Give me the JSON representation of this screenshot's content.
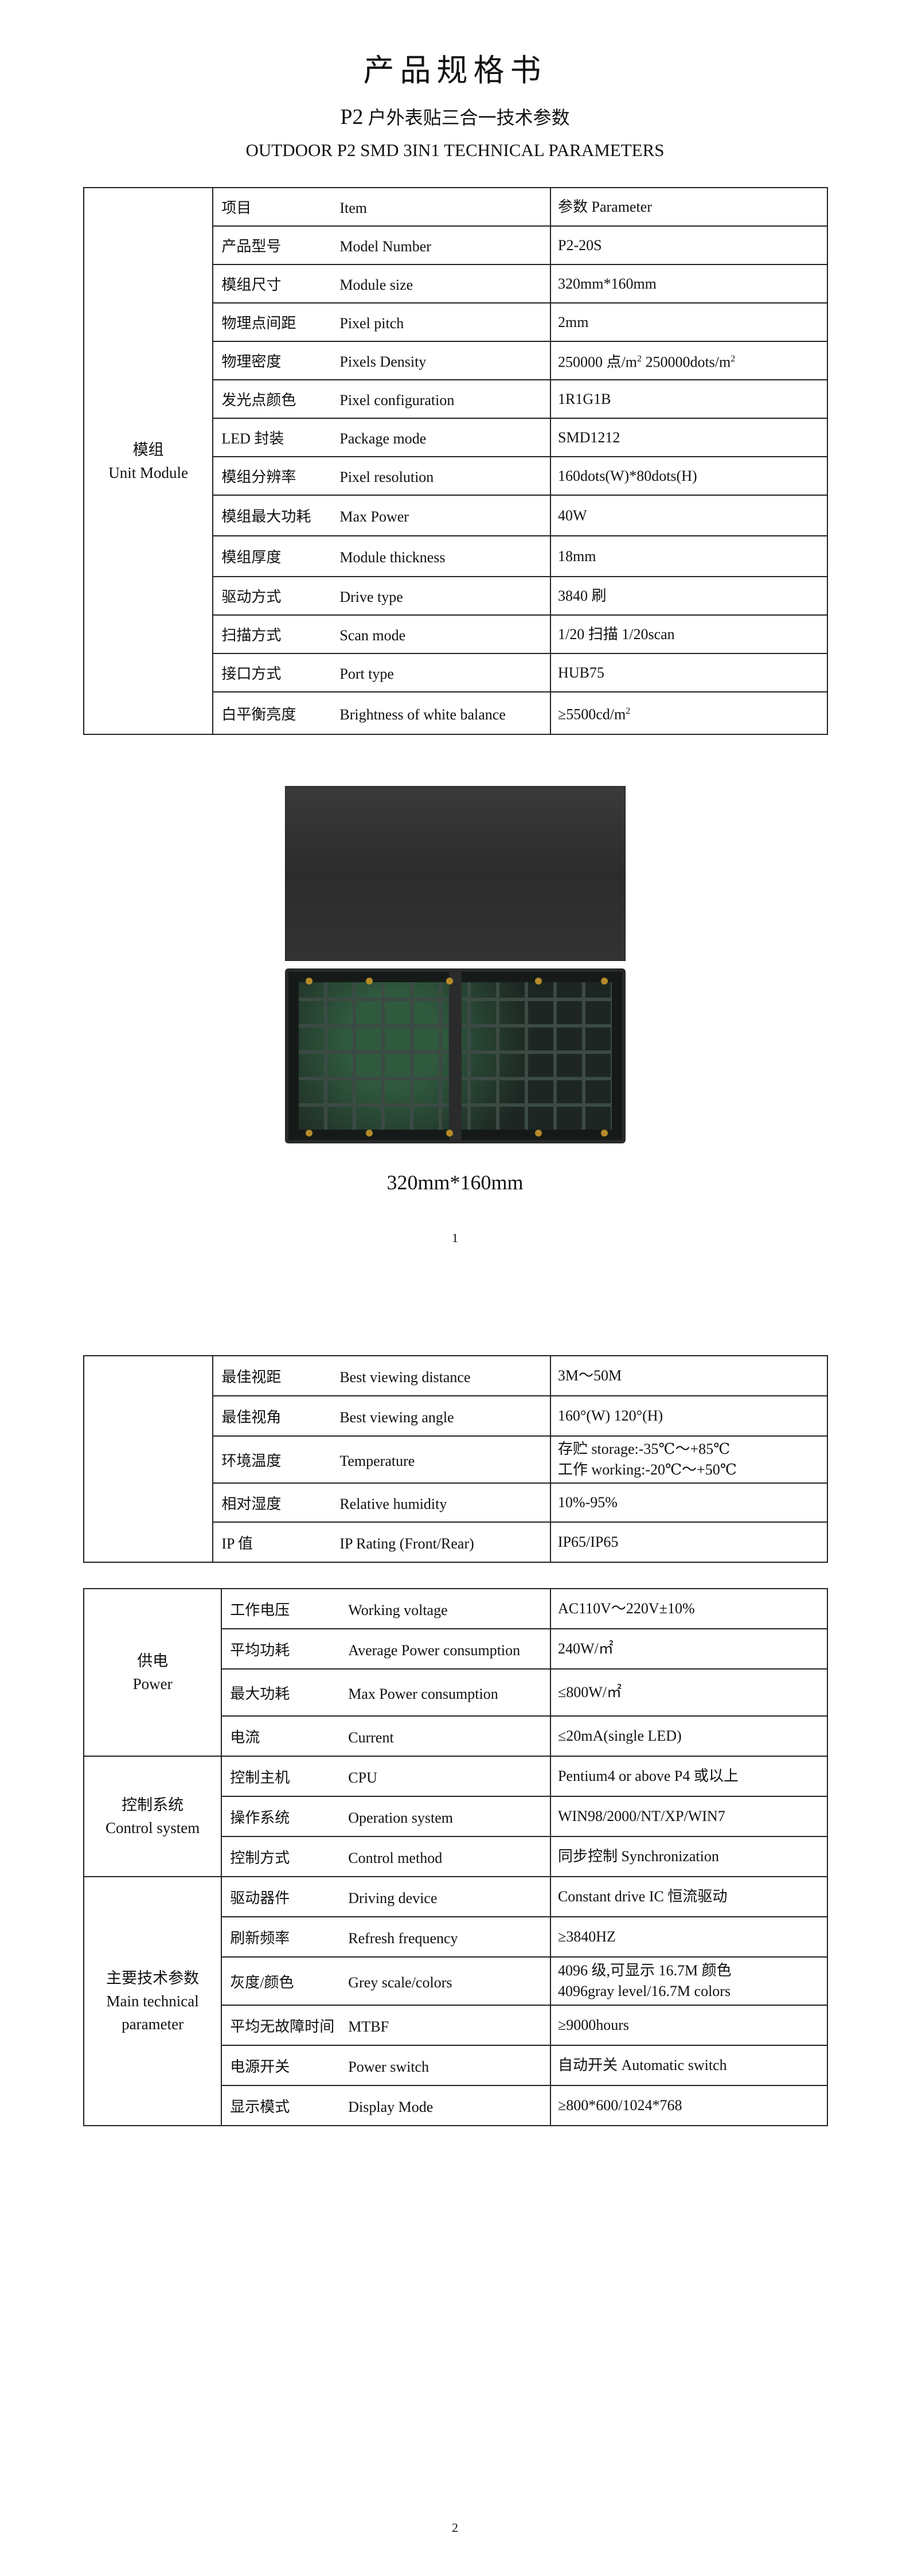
{
  "title": "产品规格书",
  "subtitle_model": "P2",
  "subtitle_cn": " 户外表贴三合一技术参数",
  "subtitle_en": "OUTDOOR P2 SMD 3IN1 TECHNICAL PARAMETERS",
  "module_table": {
    "group_cn": "模组",
    "group_en": "Unit Module",
    "rows": [
      {
        "cn": "项目",
        "en": "Item",
        "val": "参数  Parameter"
      },
      {
        "cn": "产品型号",
        "en": "Model Number",
        "val": "P2-20S"
      },
      {
        "cn": "模组尺寸",
        "en": "Module size",
        "val": "320mm*160mm"
      },
      {
        "cn": "物理点间距",
        "en": "Pixel pitch",
        "val": "2mm"
      },
      {
        "cn": "物理密度",
        "en": "Pixels Density",
        "val": "250000 点/m",
        "val_mid": "    250000dots/m"
      },
      {
        "cn": "发光点颜色",
        "en": "Pixel configuration",
        "val": "1R1G1B"
      },
      {
        "cn": "LED 封装",
        "en": "Package mode",
        "val": "SMD1212"
      },
      {
        "cn": "模组分辨率",
        "en": "Pixel resolution",
        "val": "160dots(W)*80dots(H)"
      },
      {
        "cn": "模组最大功耗",
        "en": "Max Power",
        "val": "40W"
      },
      {
        "cn": "模组厚度",
        "en": "Module thickness",
        "val": "18mm"
      },
      {
        "cn": "驱动方式",
        "en": "Drive type",
        "val": "3840 刷"
      },
      {
        "cn": "扫描方式",
        "en": "Scan mode",
        "val": "1/20 扫描    1/20scan"
      },
      {
        "cn": "接口方式",
        "en": "Port type",
        "val": "HUB75"
      },
      {
        "cn": "白平衡亮度",
        "en": "Brightness of white balance",
        "val": "≥5500cd/m"
      }
    ]
  },
  "sup2": "2",
  "photo_caption": "320mm*160mm",
  "page1": "1",
  "viewing_table": {
    "rows": [
      {
        "cn": "最佳视距",
        "en": "Best viewing distance",
        "val": "3M～50M"
      },
      {
        "cn": "最佳视角",
        "en": "Best viewing angle",
        "val": "160°(W) 120°(H)"
      },
      {
        "cn": "环境温度",
        "en": "Temperature",
        "val": "存贮 storage:-35℃～+85℃",
        "val2": "工作 working:-20℃～+50℃"
      },
      {
        "cn": "相对湿度",
        "en": "Relative humidity",
        "val": "10%-95%"
      },
      {
        "cn": "IP 值",
        "en": "IP Rating (Front/Rear)",
        "val": "IP65/IP65"
      }
    ]
  },
  "power_table": {
    "power_group_cn": "供电",
    "power_group_en": "Power",
    "power_rows": [
      {
        "cn": "工作电压",
        "en": "Working voltage",
        "val": "AC110V～220V±10%"
      },
      {
        "cn": "平均功耗",
        "en": "Average Power consumption",
        "val": "240W/㎡"
      },
      {
        "cn": "最大功耗",
        "en": "Max Power consumption",
        "val": "≤800W/㎡"
      },
      {
        "cn": "电流",
        "en": "Current",
        "val": "≤20mA(single LED)"
      }
    ],
    "control_group_cn": "控制系统",
    "control_group_en": "Control system",
    "control_rows": [
      {
        "cn": "控制主机",
        "en": "CPU",
        "val": "Pentium4 or above P4 或以上"
      },
      {
        "cn": "操作系统",
        "en": "Operation system",
        "val": "WIN98/2000/NT/XP/WIN7"
      },
      {
        "cn": "控制方式",
        "en": "Control method",
        "val": "同步控制 Synchronization"
      }
    ],
    "main_group_cn": "主要技术参数",
    "main_group_en1": "Main technical",
    "main_group_en2": "parameter",
    "main_rows": [
      {
        "cn": "驱动器件",
        "en": "Driving device",
        "val": "Constant drive IC  恒流驱动"
      },
      {
        "cn": "刷新频率",
        "en": "Refresh frequency",
        "val": "≥3840HZ"
      },
      {
        "cn": "灰度/颜色",
        "en": "Grey scale/colors",
        "val": "4096 级,可显示 16.7M 颜色",
        "val2": "4096gray level/16.7M colors"
      },
      {
        "cn": "平均无故障时间",
        "en": "MTBF",
        "val": "≥9000hours"
      },
      {
        "cn": "电源开关",
        "en": "Power switch",
        "val": "自动开关 Automatic switch"
      },
      {
        "cn": "显示模式",
        "en": "Display Mode",
        "val": "≥800*600/1024*768"
      }
    ]
  },
  "page2": "2",
  "colors": {
    "border": "#222222",
    "text": "#111111",
    "panel_front": "#333333",
    "panel_back": "#1d2622"
  }
}
